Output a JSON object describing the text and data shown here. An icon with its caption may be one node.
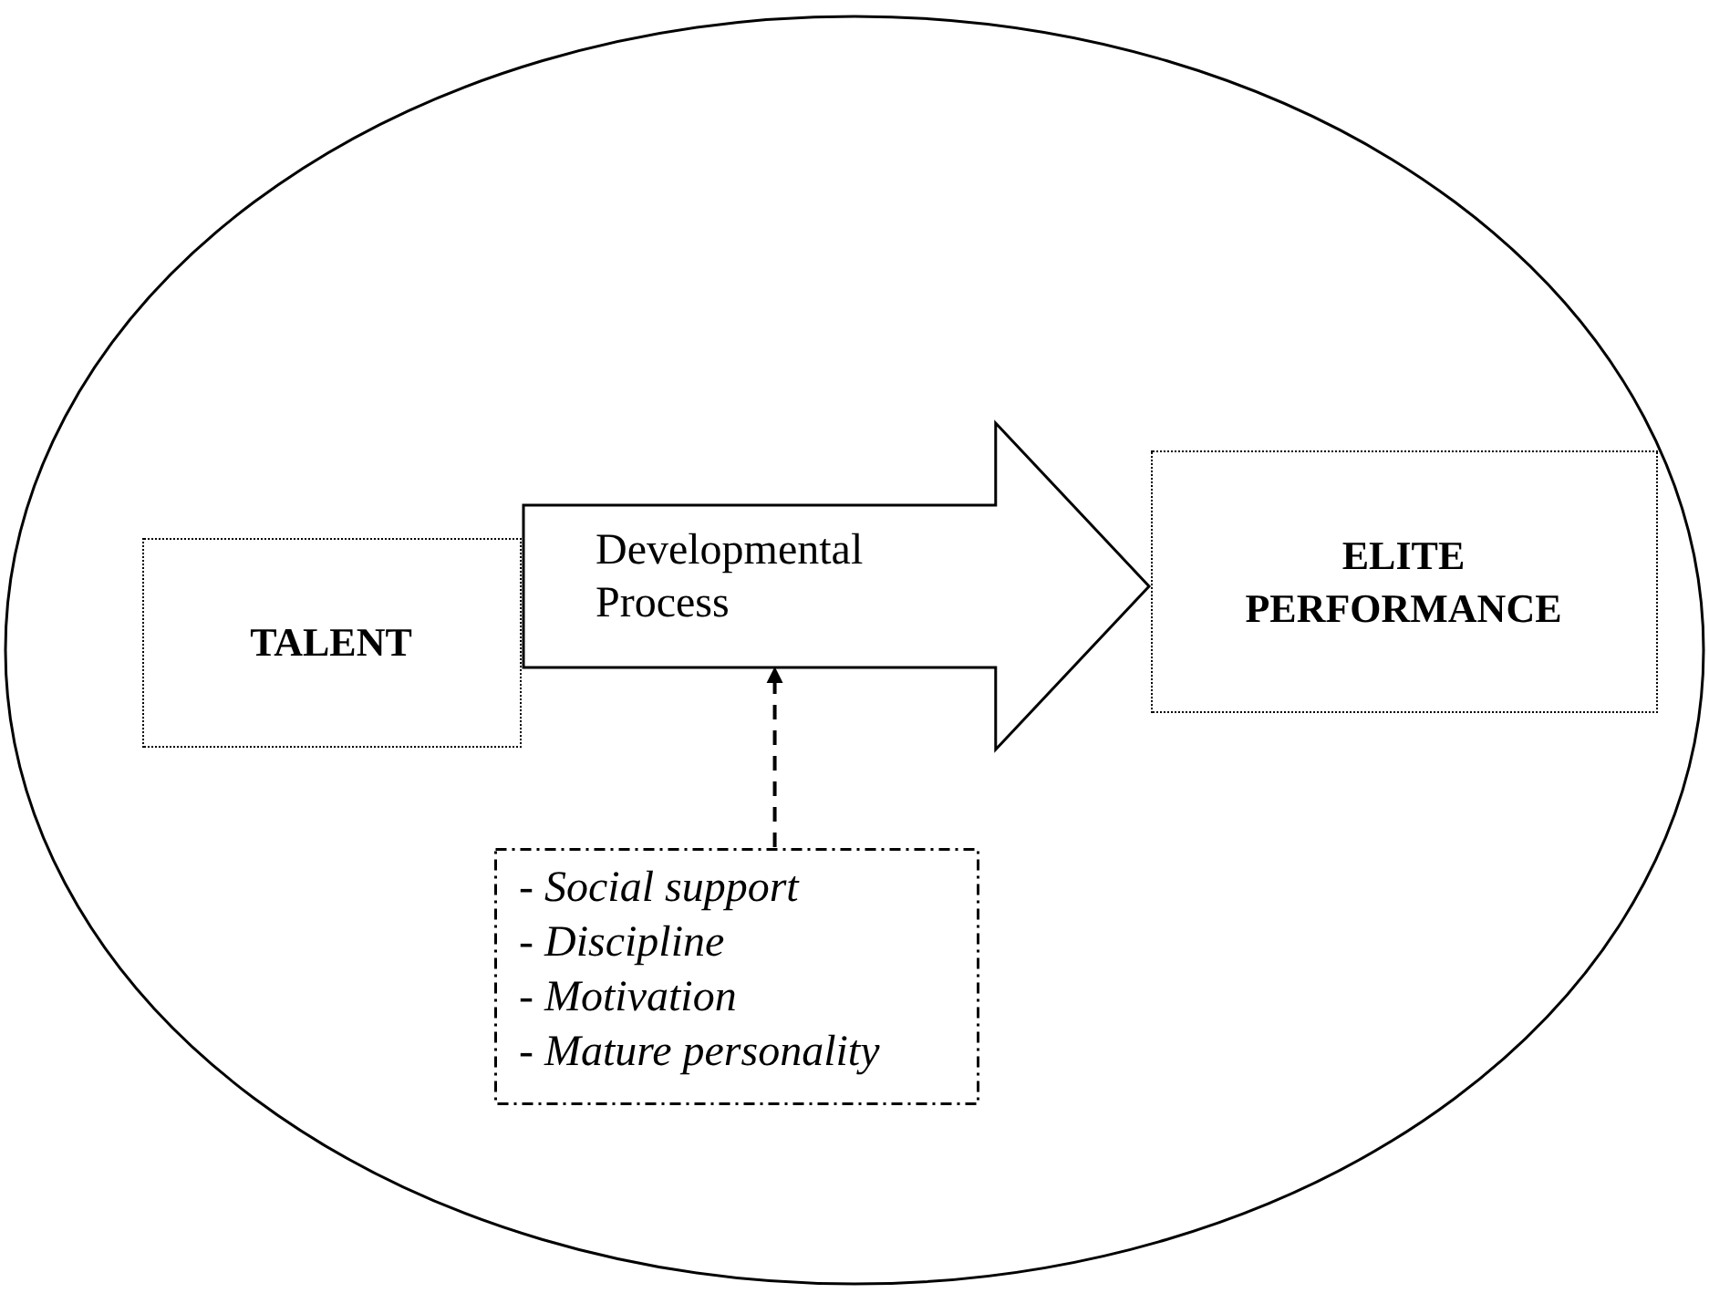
{
  "diagram": {
    "nodes": [
      {
        "text": [],
        "shape": "circle"
      },
      {
        "text": [
          "TALENT"
        ],
        "in": 0
      },
      {
        "text": [
          "Developmental Process"
        ],
        "in": 0
      },
      {
        "text": [
          "ELITE PERFORMANCE"
        ],
        "in": 0
      },
      {
        "text": [
          "- *Social support*",
          "- *Discipline*",
          "- *Motivation*",
          "- *Mature personality*"
        ],
        "in": 0
      }
    ],
    "edges": [
      {
        "from": 4,
        "to": 2,
        "arrow": "to",
        "style": "dashed"
      },
      {
        "from": 1,
        "to": 3,
        "arrow": "to"
      }
    ]
  }
}
